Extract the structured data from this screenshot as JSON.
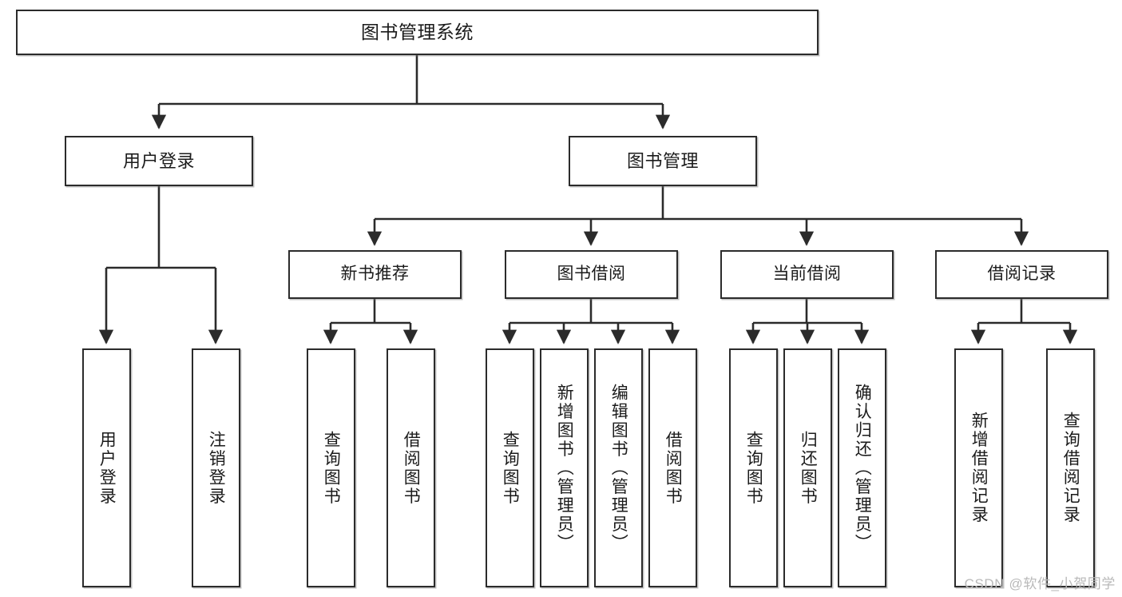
{
  "diagram": {
    "title": "图书管理系统",
    "type": "tree-hierarchy-chart",
    "root": {
      "label": "图书管理系统"
    },
    "level2": [
      {
        "label": "用户登录"
      },
      {
        "label": "图书管理"
      }
    ],
    "level3": [
      {
        "label": "新书推荐"
      },
      {
        "label": "图书借阅"
      },
      {
        "label": "当前借阅"
      },
      {
        "label": "借阅记录"
      }
    ],
    "leaves": {
      "user_login": [
        {
          "label": "用户登录"
        },
        {
          "label": "注销登录"
        }
      ],
      "new_book_recommend": [
        {
          "label": "查询图书"
        },
        {
          "label": "借阅图书"
        }
      ],
      "book_borrow": [
        {
          "label": "查询图书"
        },
        {
          "label": "新增图书（管理员）"
        },
        {
          "label": "编辑图书（管理员）"
        },
        {
          "label": "借阅图书"
        }
      ],
      "current_borrow": [
        {
          "label": "查询图书"
        },
        {
          "label": "归还图书"
        },
        {
          "label": "确认归还（管理员）"
        }
      ],
      "borrow_record": [
        {
          "label": "新增借阅记录"
        },
        {
          "label": "查询借阅记录"
        }
      ]
    }
  },
  "watermark": {
    "text": "CSDN @软件_小贺同学"
  },
  "colors": {
    "box_border": "#2b2b2b",
    "box_fill": "#ffffff",
    "connector": "#2b2b2b",
    "text": "#1b1b1b",
    "watermark": "#b9b9b9"
  }
}
